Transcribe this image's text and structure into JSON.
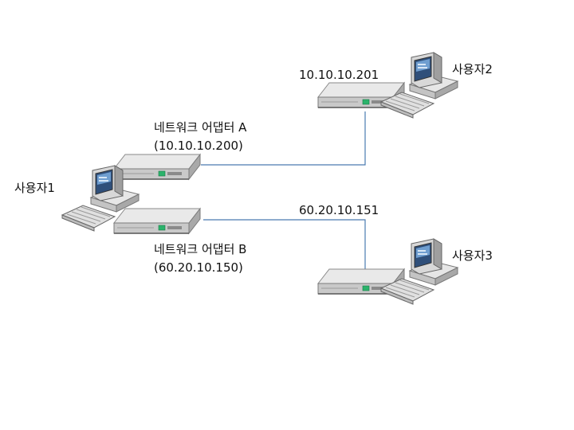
{
  "user1": {
    "name": "사용자1"
  },
  "user2": {
    "name": "사용자2",
    "ip": "10.10.10.201"
  },
  "user3": {
    "name": "사용자3",
    "ip": "60.20.10.151"
  },
  "adapter_a": {
    "name": "네트워크 어댑터 A",
    "ip": "(10.10.10.200)"
  },
  "adapter_b": {
    "name": "네트워크 어댑터 B",
    "ip": "(60.20.10.150)"
  },
  "colors": {
    "link": "#4a7bb0",
    "device_top": "#e4e4e4",
    "device_front": "#bfbfbf",
    "led": "#2bb36b"
  }
}
